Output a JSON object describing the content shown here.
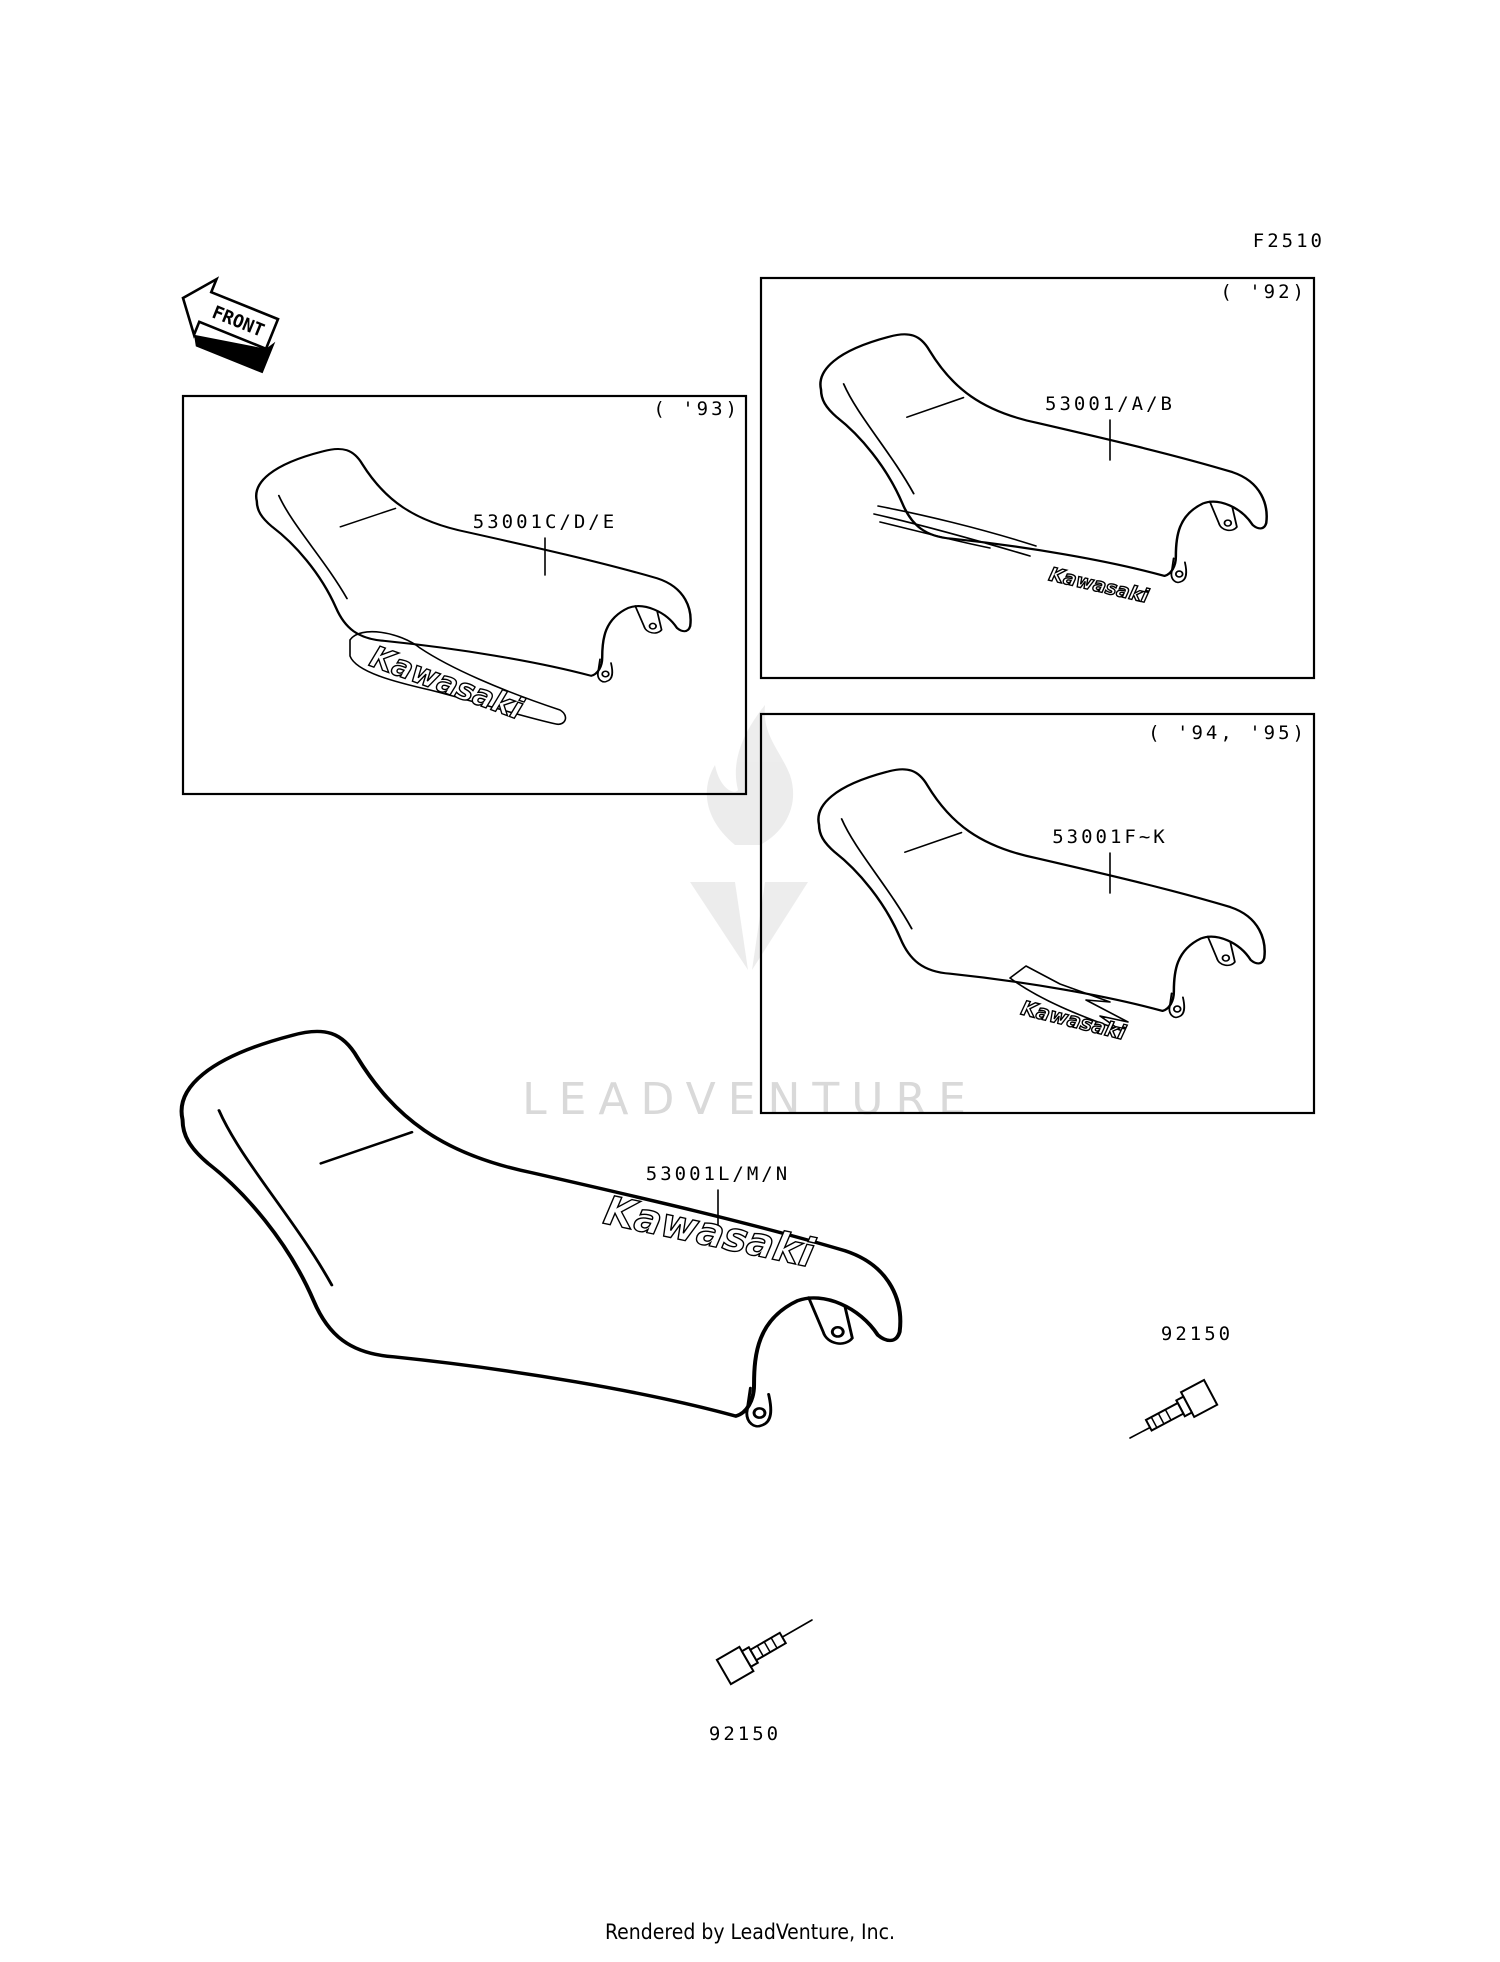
{
  "figure_code": "F2510",
  "front_arrow": {
    "label": "FRONT"
  },
  "panels": [
    {
      "year_label": "( '93)",
      "part_label": "53001C/D/E",
      "logo_text": "Kawasaki"
    },
    {
      "year_label": "( '92)",
      "part_label": "53001/A/B",
      "logo_text": "Kawasaki"
    },
    {
      "year_label": "( '94, '95)",
      "part_label": "53001F~K",
      "logo_text": "Kawasaki"
    }
  ],
  "main_seat": {
    "part_label": "53001L/M/N",
    "logo_text": "Kawasaki"
  },
  "bolts": [
    {
      "part_label": "92150"
    },
    {
      "part_label": "92150"
    }
  ],
  "watermark": "LEADVENTURE",
  "footer": "Rendered by LeadVenture, Inc."
}
